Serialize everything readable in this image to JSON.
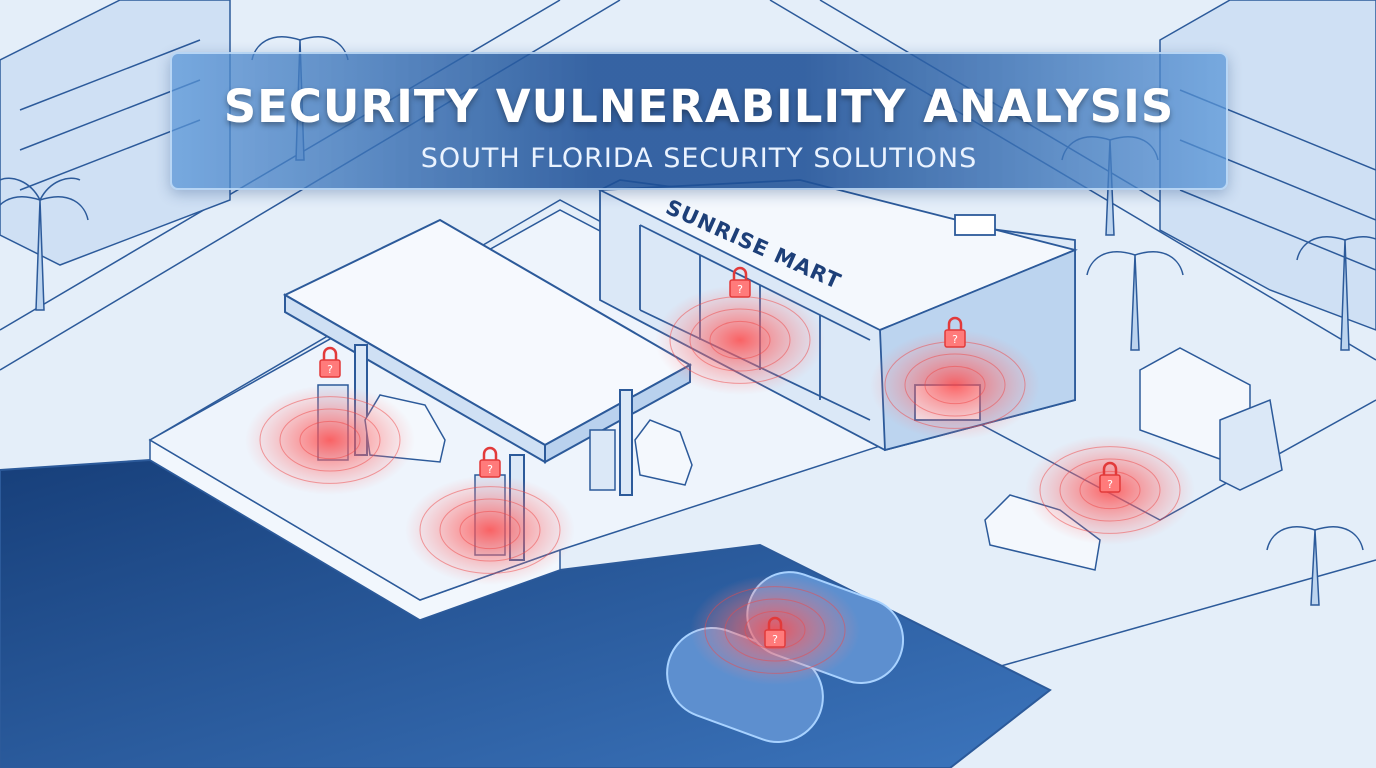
{
  "banner": {
    "title": "SECURITY VULNERABILITY ANALYSIS",
    "subtitle": "SOUTH FLORIDA SECURITY SOLUTIONS"
  },
  "store": {
    "sign": "SUNRISE MART"
  },
  "vulnerability_markers": [
    {
      "location": "fuel-pump-1",
      "icon": "padlock-question-icon"
    },
    {
      "location": "fuel-pump-2",
      "icon": "padlock-question-icon"
    },
    {
      "location": "store-entrance",
      "icon": "padlock-question-icon"
    },
    {
      "location": "checkout-counter",
      "icon": "padlock-question-icon"
    },
    {
      "location": "parking-lot",
      "icon": "padlock-question-icon"
    },
    {
      "location": "underground-fuel-tank",
      "icon": "padlock-question-icon"
    }
  ],
  "colors": {
    "background": "#e4eef9",
    "line": "#2c5a9a",
    "alert": "#f04848",
    "pit": "#1f4d8c"
  }
}
